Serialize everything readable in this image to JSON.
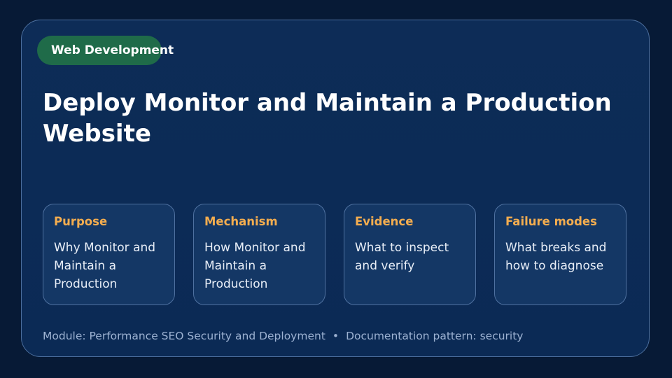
{
  "badge": {
    "label": "Web Development"
  },
  "title": "Deploy Monitor and Maintain a Production Website",
  "cards": [
    {
      "label": "Purpose",
      "text": "Why Monitor and Maintain a Production"
    },
    {
      "label": "Mechanism",
      "text": "How Monitor and Maintain a Production"
    },
    {
      "label": "Evidence",
      "text": "What to inspect and verify"
    },
    {
      "label": "Failure modes",
      "text": "What breaks and how to diagnose"
    }
  ],
  "footer": {
    "module": "Module: Performance SEO Security and Deployment",
    "separator": "•",
    "pattern": "Documentation pattern: security"
  },
  "colors": {
    "background": "#071a36",
    "panel": "#0c2b56",
    "badge": "#1f6b49",
    "card_label": "#f4ad4f",
    "footer_text": "#9db2d2"
  }
}
